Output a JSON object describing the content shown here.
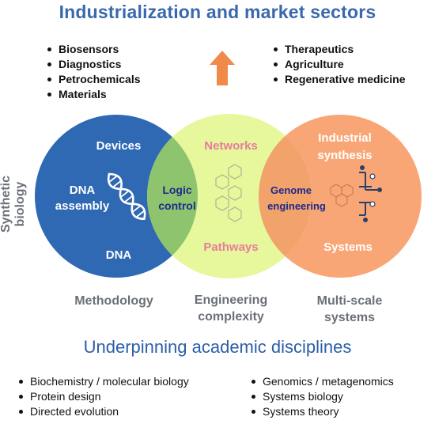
{
  "title_top": "Industrialization and market sectors",
  "markets_left": [
    "Biosensors",
    "Diagnostics",
    "Petrochemicals",
    "Materials"
  ],
  "markets_right": [
    "Therapeutics",
    "Agriculture",
    "Regenerative medicine"
  ],
  "side_label": "Synthetic biology",
  "circles": {
    "left": {
      "top": "Devices",
      "mid": [
        "DNA",
        "assembly"
      ],
      "bottom": "DNA",
      "color": "#2f68b3"
    },
    "overlap_left": [
      "Logic",
      "control"
    ],
    "middle": {
      "top": "Networks",
      "bottom": "Pathways",
      "color": "#e6f79c"
    },
    "overlap_right": [
      "Genome",
      "engineering"
    ],
    "right": {
      "top": [
        "Industrial",
        "synthesis"
      ],
      "bottom": "Systems",
      "color": "#f9a677"
    }
  },
  "captions": {
    "left": [
      "Methodology"
    ],
    "middle": [
      "Engineering",
      "complexity"
    ],
    "right": [
      "Multi-scale",
      "systems"
    ]
  },
  "title_bottom": "Underpinning academic disciplines",
  "disciplines_left": [
    "Biochemistry / molecular biology",
    "Protein design",
    "Directed evolution"
  ],
  "disciplines_right": [
    "Genomics / metagenomics",
    "Systems biology",
    "Systems theory"
  ],
  "colors": {
    "arrow": "#f08a4b",
    "title_top": "#3a68ad",
    "title_bottom": "#2c5ea8",
    "overlap_left": "#8ec46e",
    "overlap_right": "#f2a26b",
    "caption": "#6b6f78"
  },
  "icons": [
    "up-arrow-icon",
    "dna-helix-icon",
    "hexagon-network-icon",
    "hexagon-circuit-icon"
  ]
}
